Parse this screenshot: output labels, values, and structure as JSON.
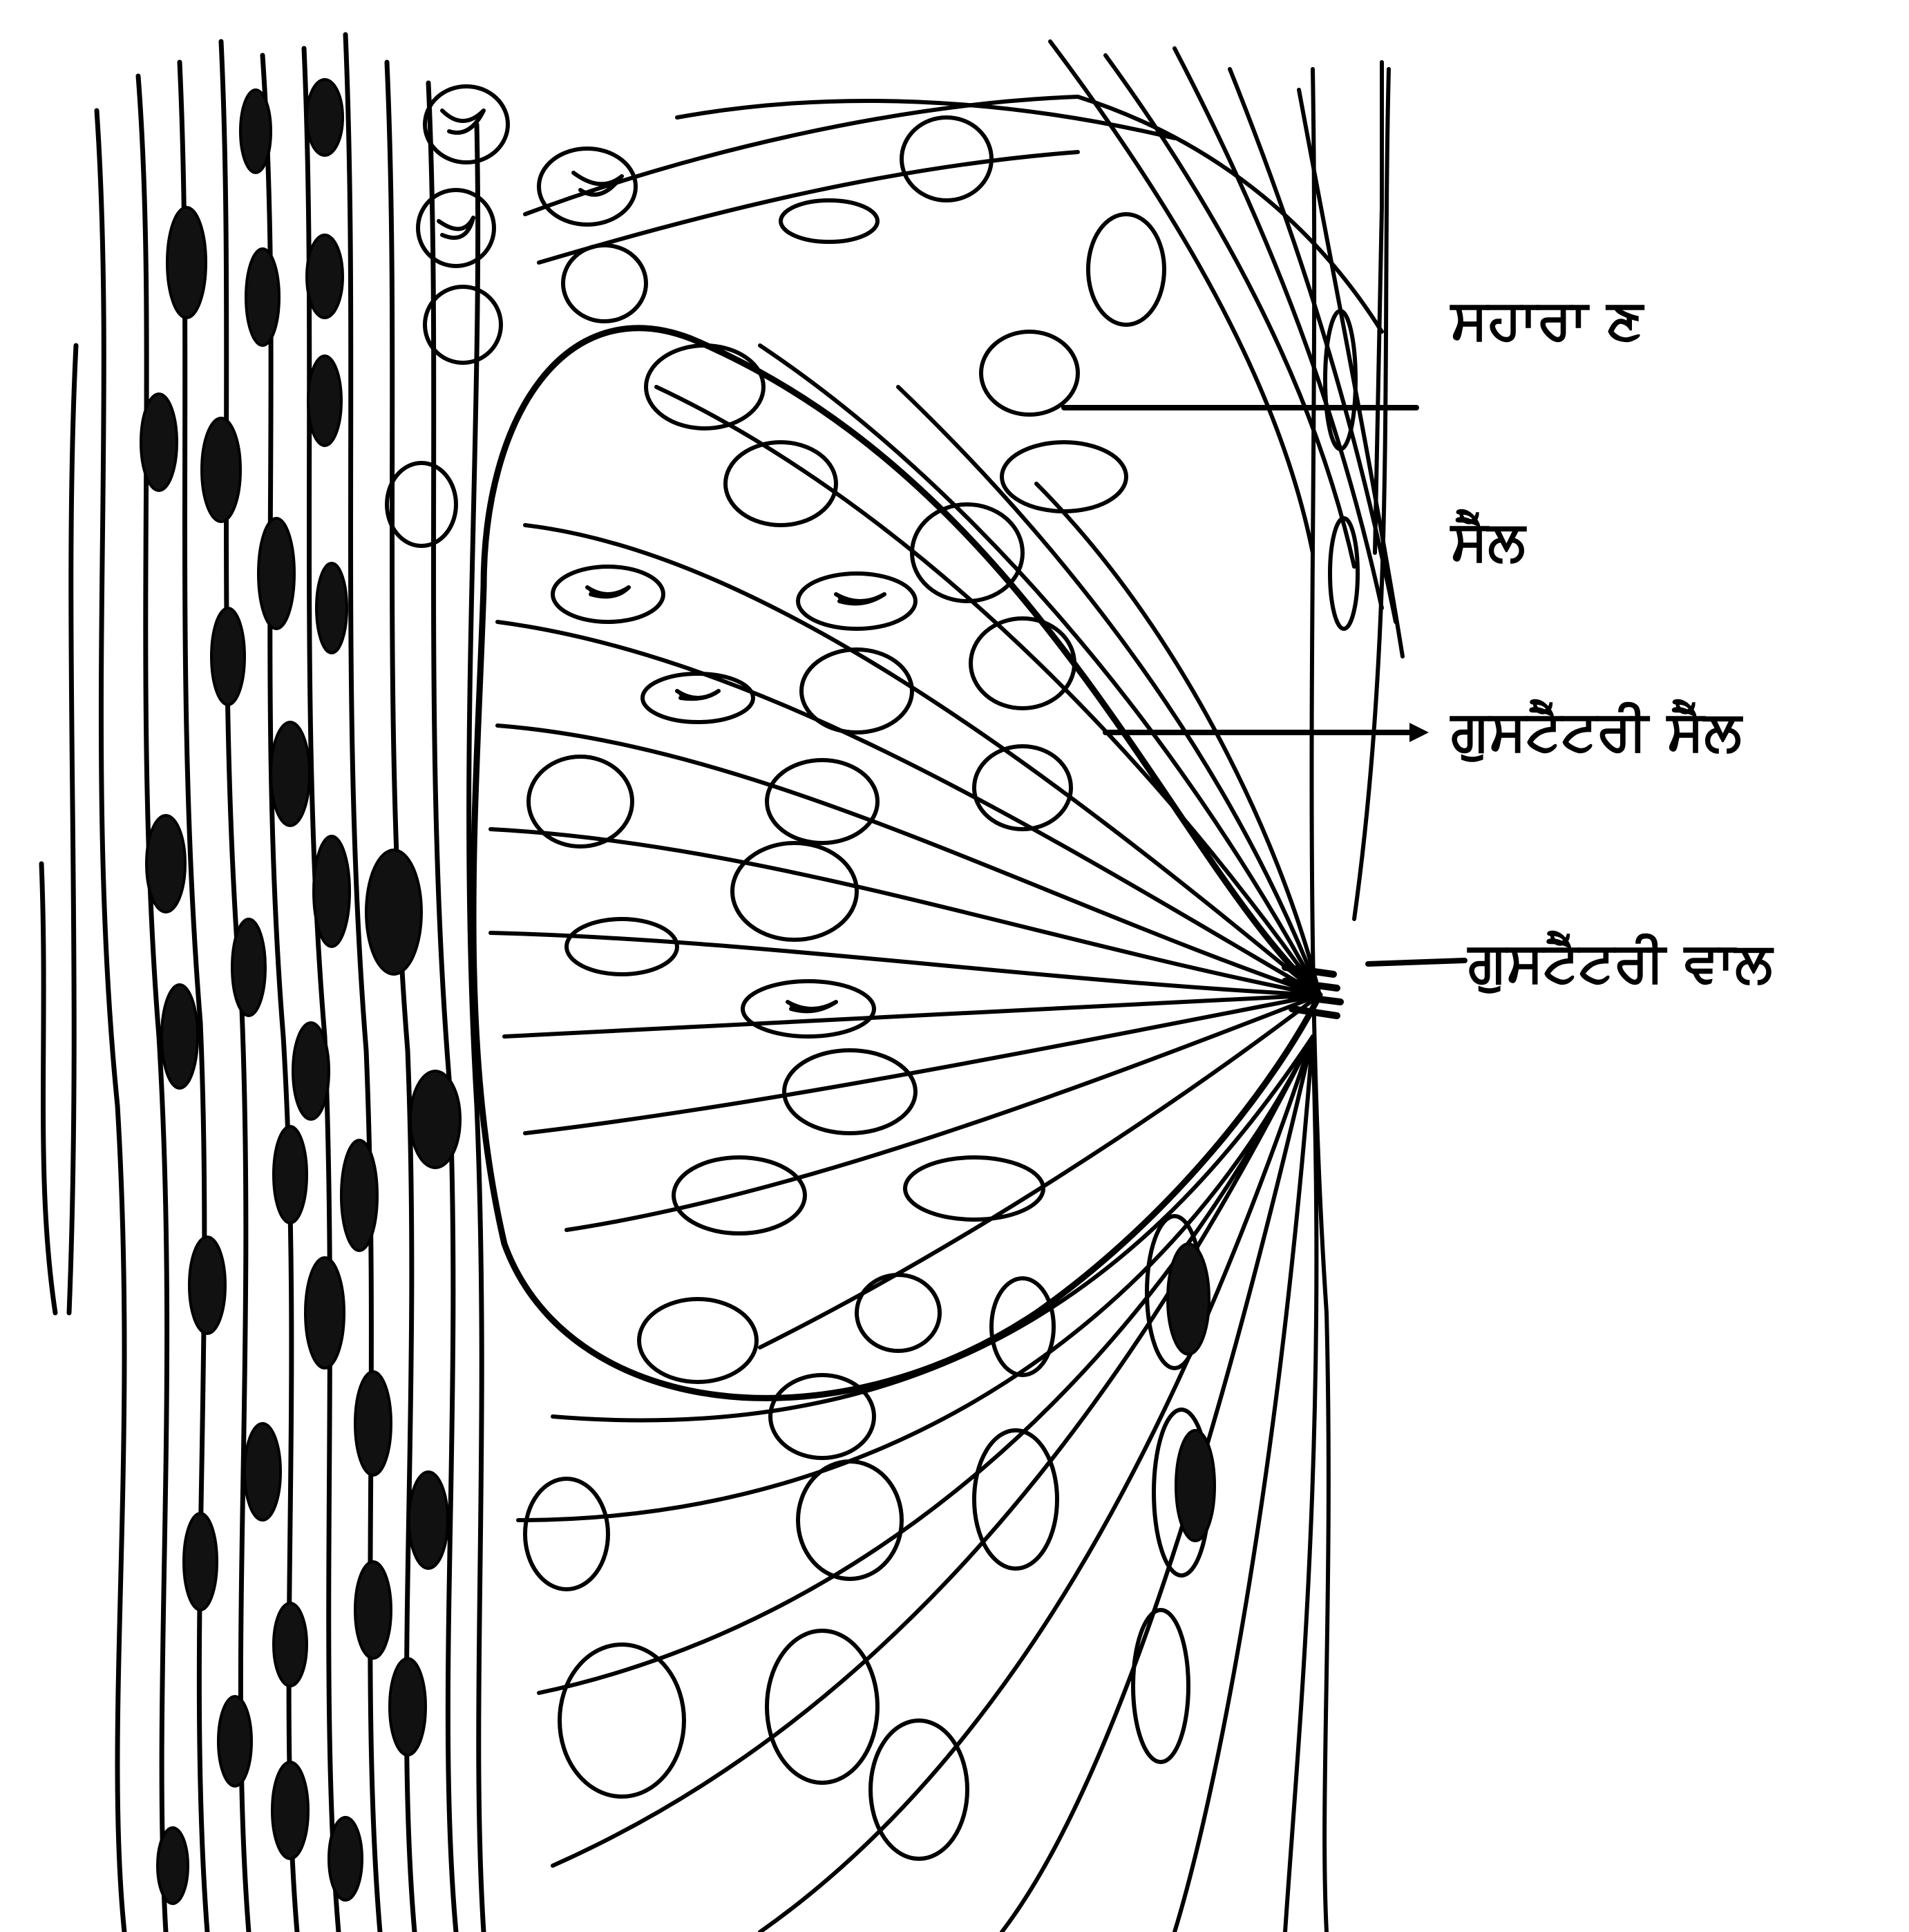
{
  "figure": {
    "labels": {
      "supporting_cell_line1": "ਸਹਾਰਾ  ਣ",
      "supporting_cell_line2": "ਸੈੱਲ",
      "gustatory_cell": "ਗੁਸਟੈੱਟਰੀ ਸੈੱਲ",
      "gustatory_hair": "ਗੁਸਟੈੱਟਰੀ ਵਾਲ"
    }
  }
}
